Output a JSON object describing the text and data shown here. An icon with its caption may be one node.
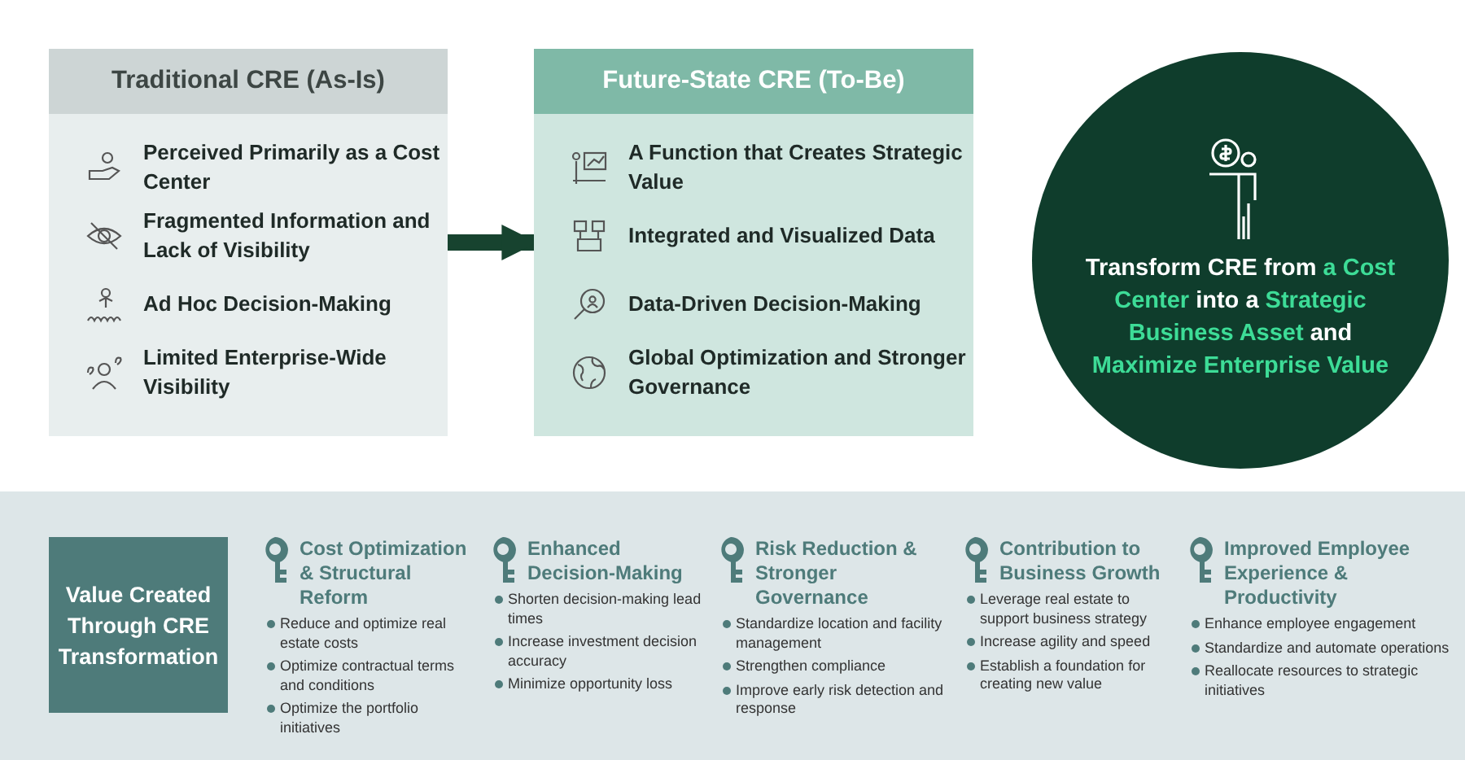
{
  "diagram": {
    "nodes": [
      {
        "text": [
          "Traditional CRE (As-Is)"
        ]
      },
      {
        "text": [
          "Perceived Primarily as a Cost Center"
        ],
        "in": 0
      },
      {
        "text": [
          "Fragmented Information and Lack of Visibility"
        ],
        "in": 0
      },
      {
        "text": [
          "Ad Hoc Decision-Making"
        ],
        "in": 0
      },
      {
        "text": [
          "Limited Enterprise-Wide Visibility"
        ],
        "in": 0
      },
      {
        "text": [
          "Future-State CRE (To-Be)"
        ]
      },
      {
        "text": [
          "A Function that Creates Strategic Value"
        ],
        "in": 5
      },
      {
        "text": [
          "Integrated and Visualized Data"
        ],
        "in": 5
      },
      {
        "text": [
          "Data-Driven Decision-Making"
        ],
        "in": 5
      },
      {
        "text": [
          "Global Optimization and Stronger Governance"
        ],
        "in": 5
      },
      {
        "text": [
          "Transform CRE from **a Cost Center** into a **Strategic Business Asset** and **Maximize Enterprise Value**"
        ]
      },
      {
        "text": [],
        "shape": "box"
      },
      {
        "text": [
          "Value Created Through CRE Transformation"
        ],
        "in": 11
      },
      {
        "text": [
          "Cost Optimization & Structural Reform",
          "Reduce and optimize real estate costs",
          "Optimize contractual terms and conditions",
          "Optimize the portfolio initiatives"
        ],
        "in": 11
      },
      {
        "text": [
          "Enhanced Decision-Making",
          "Shorten decision-making lead times",
          "Increase investment decision accuracy",
          "Minimize opportunity loss"
        ],
        "in": 11
      },
      {
        "text": [
          "Risk Reduction & Stronger Governance",
          "Standardize location and facility management",
          "Strengthen compliance",
          "Improve early risk detection and response"
        ],
        "in": 11
      },
      {
        "text": [
          "Contribution to Business Growth",
          "Leverage real estate to support business strategy",
          "Increase agility and speed",
          "Establish a foundation for creating new value"
        ],
        "in": 11
      },
      {
        "text": [
          "Improved Employee Experience & Productivity",
          "Enhance employee engagement",
          "Standardize and automate operations",
          "Reallocate resources to strategic initiatives"
        ],
        "in": 11
      }
    ],
    "edges": [
      {
        "from": 0,
        "to": 5,
        "arrow": "to"
      }
    ]
  }
}
